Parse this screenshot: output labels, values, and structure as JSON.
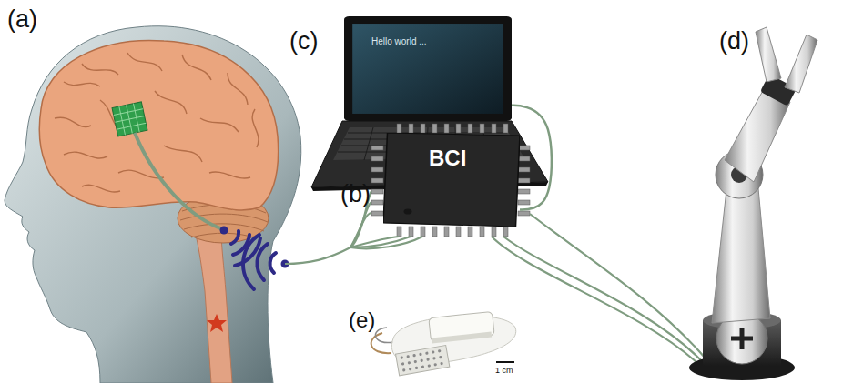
{
  "diagram": {
    "nodes": [
      {
        "text": [
          "Hello world ..."
        ]
      },
      {
        "text": [
          "BCI"
        ]
      }
    ],
    "edges": [
      {
        "from": 1,
        "to": 0,
        "arrow": "none"
      }
    ],
    "labels": [
      "(a)",
      "(b)",
      "(c)",
      "(d)",
      "(e)",
      "1 cm"
    ]
  }
}
